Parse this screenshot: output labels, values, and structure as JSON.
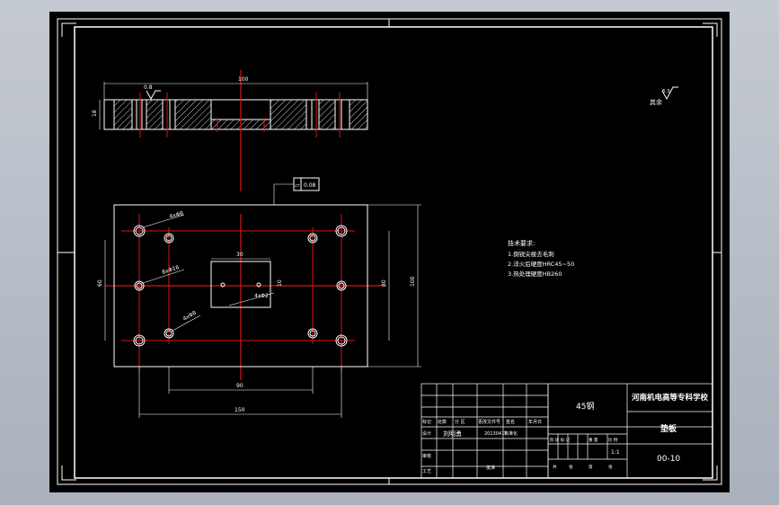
{
  "drawing": {
    "section_view": {
      "width_dim": "100",
      "height_dim": "18",
      "roughness": "0.8"
    },
    "plan_view": {
      "flatness_tolerance": "0.08",
      "hole_callout_1": "4xΦ8",
      "hole_callout_2": "8xΦ16",
      "hole_callout_3": "4xΦ8",
      "pocket_width": "30",
      "pocket_height": "10",
      "pocket_hole_callout": "4xΦ2",
      "dim_left": "60",
      "dim_right": "80",
      "dim_height": "100",
      "dim_inner_width": "90",
      "dim_outer_width": "150"
    },
    "general_roughness": {
      "label": "其余",
      "value": "6.3"
    },
    "technical_requirements": {
      "title": "技术要求:",
      "items": [
        "1.倒锐尖棱去毛刺",
        "2.淬火后硬度HRC45~50",
        "3.热处理硬度HB260"
      ]
    },
    "title_block": {
      "material": "45钢",
      "school": "河南机电高等专科学校",
      "part_name": "垫板",
      "drawing_number": "00-10",
      "scale": "1:1",
      "designer": "刘明勇",
      "std_date": "20130417",
      "header_cells": [
        "标记",
        "处数",
        "分 区",
        "更改文件号",
        "签名",
        "年月日"
      ],
      "row_labels": [
        "设计",
        "审核",
        "工艺"
      ],
      "std_label": "标准化",
      "approve_label": "批准",
      "stage_labels": [
        "阶 段 标 记",
        "重 量",
        "比 例"
      ],
      "sheet_labels": [
        "共",
        "张",
        "第",
        "张"
      ]
    }
  }
}
